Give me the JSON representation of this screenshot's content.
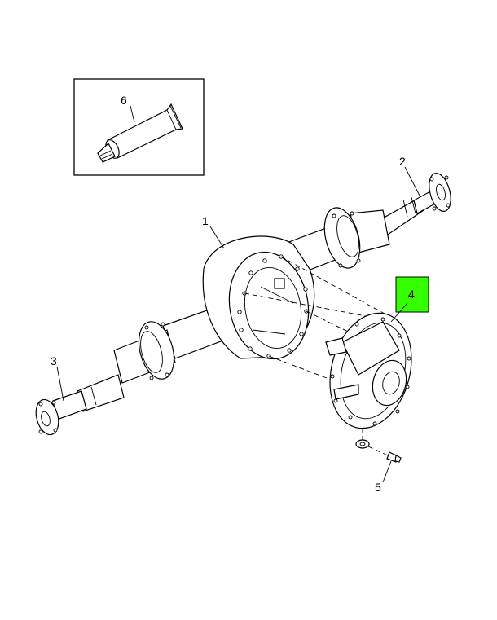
{
  "callouts": {
    "c1": "1",
    "c2": "2",
    "c3": "3",
    "c4": "4",
    "c5": "5",
    "c6": "6"
  },
  "colors": {
    "highlight": "#33ff00",
    "line": "#000000",
    "background": "#ffffff"
  }
}
